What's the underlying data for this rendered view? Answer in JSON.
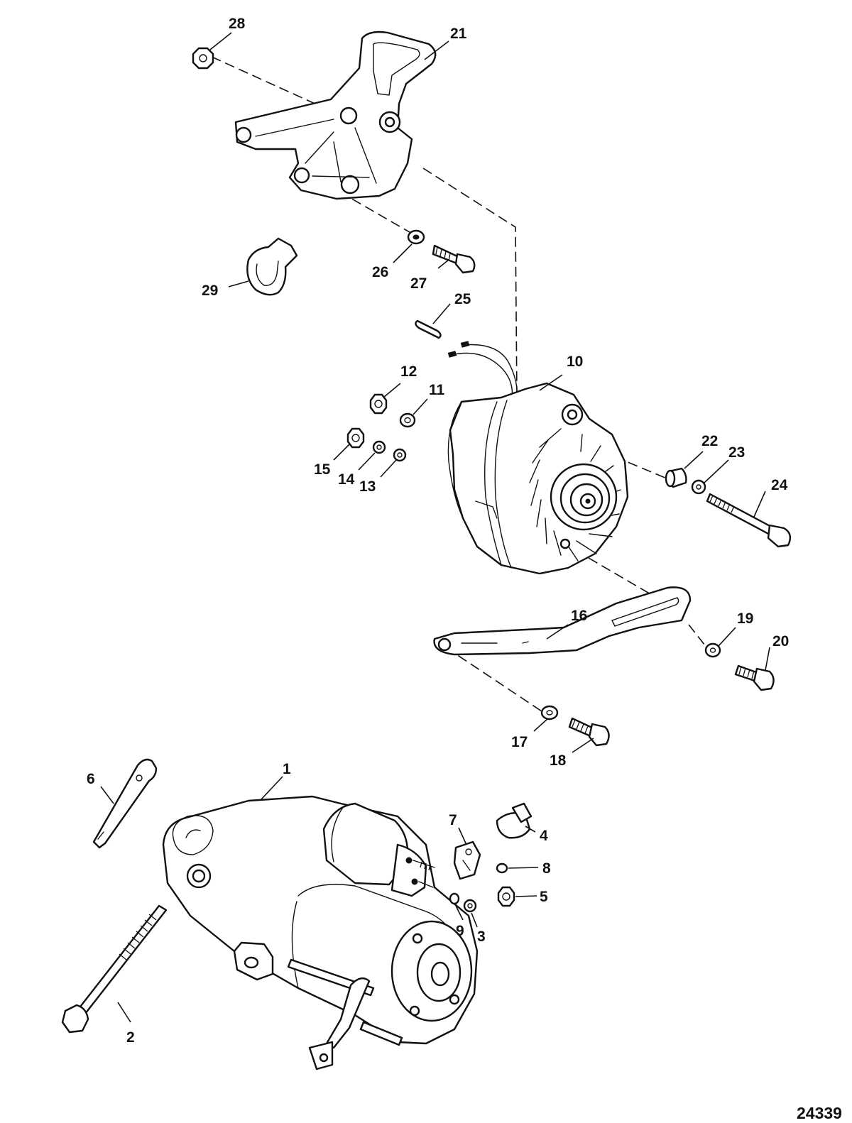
{
  "figure_number": "24339",
  "callouts": [
    {
      "num": "1"
    },
    {
      "num": "2"
    },
    {
      "num": "3"
    },
    {
      "num": "4"
    },
    {
      "num": "5"
    },
    {
      "num": "6"
    },
    {
      "num": "7"
    },
    {
      "num": "8"
    },
    {
      "num": "9"
    },
    {
      "num": "10"
    },
    {
      "num": "11"
    },
    {
      "num": "12"
    },
    {
      "num": "13"
    },
    {
      "num": "14"
    },
    {
      "num": "15"
    },
    {
      "num": "16"
    },
    {
      "num": "17"
    },
    {
      "num": "18"
    },
    {
      "num": "19"
    },
    {
      "num": "20"
    },
    {
      "num": "21"
    },
    {
      "num": "22"
    },
    {
      "num": "23"
    },
    {
      "num": "24"
    },
    {
      "num": "25"
    },
    {
      "num": "26"
    },
    {
      "num": "27"
    },
    {
      "num": "28"
    },
    {
      "num": "29"
    }
  ]
}
